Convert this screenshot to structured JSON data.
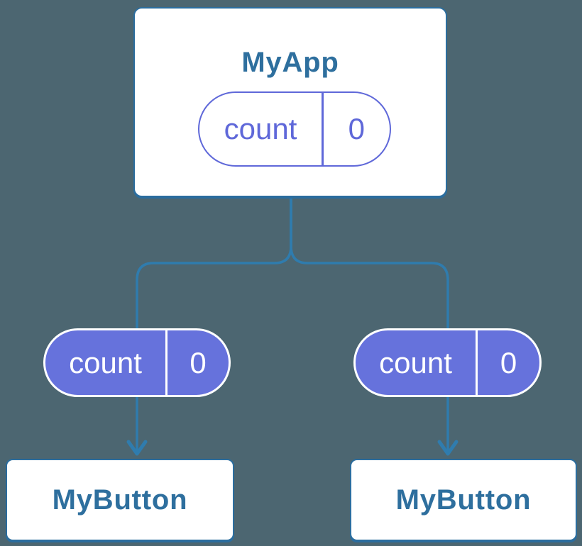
{
  "colors": {
    "background": "#4C6671",
    "node_title_blue": "#2E6F9E",
    "node_border_blue": "#2B6D9E",
    "edge_blue": "#2F7CAE",
    "state_purple": "#5F68D9",
    "state_purple_fill": "#6672DC"
  },
  "diagram": {
    "root": {
      "title": "MyApp",
      "state": {
        "label": "count",
        "value": "0"
      }
    },
    "children": [
      {
        "title": "MyButton",
        "state": {
          "label": "count",
          "value": "0"
        }
      },
      {
        "title": "MyButton",
        "state": {
          "label": "count",
          "value": "0"
        }
      }
    ]
  }
}
